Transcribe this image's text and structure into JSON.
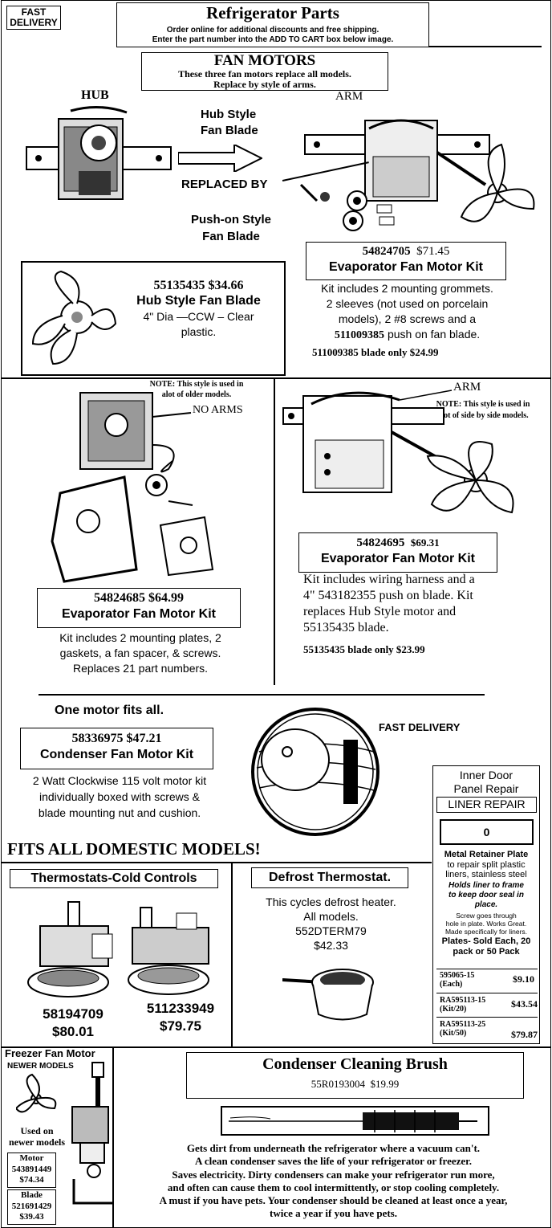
{
  "header": {
    "fast_delivery": "FAST DELIVERY",
    "title": "Refrigerator Parts",
    "line1": "Order online for additional discounts and free shipping.",
    "line2": "Enter the part number into the ADD TO CART box below image."
  },
  "fan_motors": {
    "title": "FAN MOTORS",
    "sub1": "These three fan motors replace all models.",
    "sub2": "Replace by style of arms.",
    "hub_label": "HUB",
    "hub_style_line1": "Hub Style",
    "hub_style_line2": "Fan Blade",
    "replaced_by": "REPLACED BY",
    "arm_label": "ARM",
    "pushon_line1": "Push-on Style",
    "pushon_line2": "Fan Blade"
  },
  "hub_blade": {
    "part": "55135435",
    "price": "$34.66",
    "name": "Hub Style Fan Blade",
    "desc1": "4\" Dia —CCW – Clear",
    "desc2": "plastic."
  },
  "kit_705": {
    "part": "54824705",
    "price": "$71.45",
    "name": "Evaporator Fan Motor Kit",
    "desc1": "Kit includes 2 mounting grommets.",
    "desc2": "2 sleeves (not used on porcelain",
    "desc3": "models), 2 #8 screws and a",
    "desc4_part": "511009385",
    "desc4_rest": "push on fan blade.",
    "blade_only": "511009385 blade only $24.99"
  },
  "kit_685": {
    "note1": "NOTE: This style is used in",
    "note2": "alot of older models.",
    "no_arms": "NO ARMS",
    "part": "54824685",
    "price": "$64.99",
    "name": "Evaporator Fan Motor Kit",
    "desc1": "Kit includes 2 mounting plates, 2",
    "desc2": "gaskets, a fan spacer, & screws.",
    "desc3": "Replaces  21 part numbers."
  },
  "kit_695": {
    "arm_label": "ARM",
    "note1": "NOTE: This style is used in",
    "note2": "alot of side by side models.",
    "part": "54824695",
    "price": "$69.31",
    "name": "Evaporator Fan Motor Kit",
    "desc1": "Kit includes wiring harness and a",
    "desc2": "4\" 543182355 push on blade. Kit",
    "desc3": "replaces Hub Style motor and",
    "desc4": "55135435 blade.",
    "blade_only": "55135435 blade only $23.99"
  },
  "condenser_motor": {
    "headline": "One motor fits all.",
    "part": "58336975",
    "price": "$47.21",
    "name": "Condenser Fan Motor Kit",
    "fast_delivery": "FAST DELIVERY",
    "desc1": "2 Watt Clockwise 115 volt motor kit",
    "desc2": "individually boxed with screws &",
    "desc3": "blade mounting nut and cushion."
  },
  "inner_door": {
    "title1": "Inner Door",
    "title2": "Panel Repair",
    "liner_repair": "LINER REPAIR",
    "plate_mark": "0",
    "plate_title": "Metal Retainer Plate",
    "desc1": "to repair split plastic",
    "desc2": "liners, stainless steel",
    "italic1": "Holds liner to frame",
    "italic2": "to keep door seal in",
    "italic3": "place.",
    "small1": "Screw goes through",
    "small2": "hole in plate. Works Great.",
    "small3": "Made specifically for liners.",
    "plates1": "Plates- Sold Each, 20",
    "plates2": "pack or 50 Pack",
    "rows": [
      {
        "part": "595065-15",
        "qty": "(Each)",
        "price": "$9.10"
      },
      {
        "part": "RA595113-15",
        "qty": "(Kit/20)",
        "price": "$43.54"
      },
      {
        "part": "RA595113-25",
        "qty": "(Kit/50)",
        "price": "$79.87"
      }
    ]
  },
  "fits_all": "FITS ALL DOMESTIC MODELS!",
  "thermostats": {
    "title": "Thermostats-Cold Controls",
    "part1": "58194709",
    "price1": "$80.01",
    "part2": "511233949",
    "price2": "$79.75"
  },
  "defrost": {
    "title": "Defrost Thermostat.",
    "desc1": "This cycles defrost heater.",
    "desc2": "All models.",
    "part": "552DTERM79",
    "price": "$42.33"
  },
  "freezer": {
    "title": "Freezer Fan Motor",
    "sub": "NEWER MODELS",
    "used1": "Used on",
    "used2": "newer models",
    "motor_label": "Motor",
    "motor_part": "543891449",
    "motor_price": "$74.34",
    "blade_label": "Blade",
    "blade_part": "521691429",
    "blade_price": "$39.43"
  },
  "brush": {
    "title": "Condenser Cleaning Brush",
    "part": "55R0193004",
    "price": "$19.99",
    "desc1": "Gets dirt from underneath the refrigerator where a vacuum can't.",
    "desc2": "A clean condenser saves the life of your refrigerator or freezer.",
    "desc3": "Saves electricity.  Dirty condensers can make your refrigerator run more,",
    "desc4": "and often can cause them to cool intermittently, or stop cooling completely.",
    "desc5": "A must if you have pets.  Your condenser should be cleaned at least once a year,",
    "desc6": "twice a year if you have pets."
  }
}
